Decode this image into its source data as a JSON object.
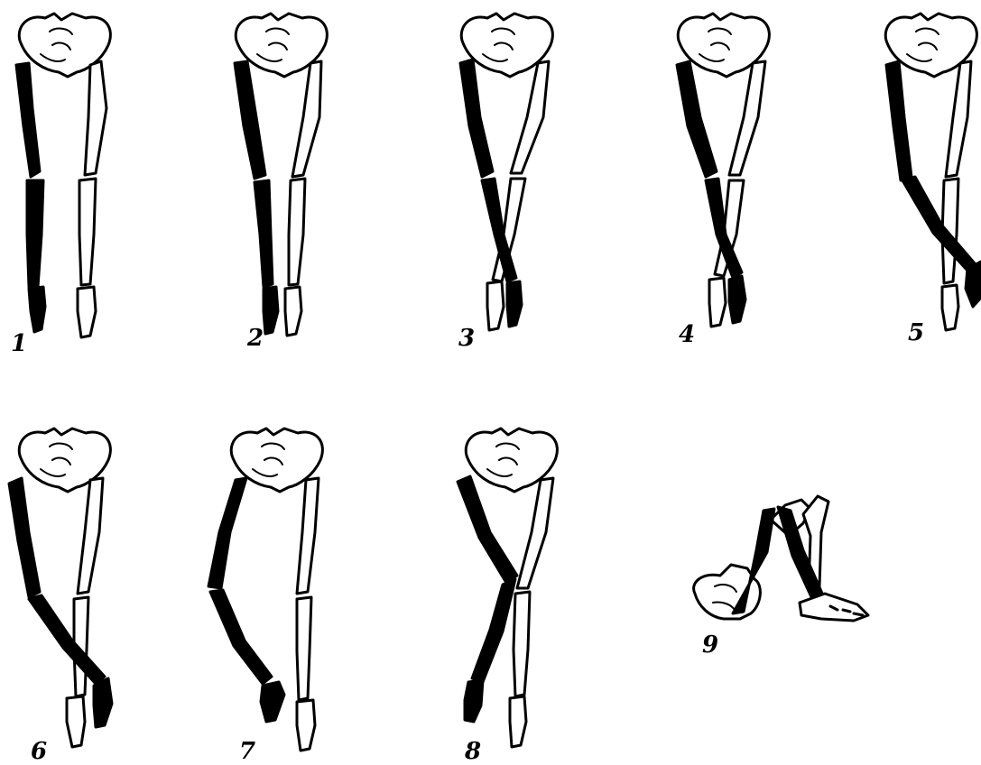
{
  "figures": [
    {
      "label": "1",
      "pose": "Both limbs standing straight, parallel"
    },
    {
      "label": "2",
      "pose": "Black limb slightly angled inward"
    },
    {
      "label": "3",
      "pose": "Black shin crossing in front of white shin"
    },
    {
      "label": "4",
      "pose": "Black shin crossed further over white shin"
    },
    {
      "label": "5",
      "pose": "Black leg swung wide across, foot far right"
    },
    {
      "label": "6",
      "pose": "Black shin angled to the right, foot beside white foot"
    },
    {
      "label": "7",
      "pose": "Black limb bowed, foot lifted"
    },
    {
      "label": "8",
      "pose": "Black thigh crossed over, shin forward"
    },
    {
      "label": "9",
      "pose": "Seated pose, both limbs folded, viewed from side"
    }
  ],
  "colors": {
    "background": "#ffffff",
    "ink": "#000000",
    "paper_bone": "#ffffff"
  }
}
